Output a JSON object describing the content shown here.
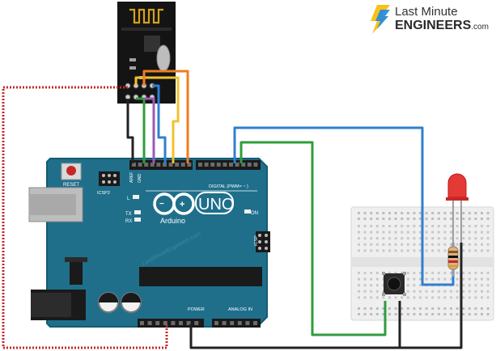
{
  "logo": {
    "line1": "Last Minute",
    "line2": "ENGINEERS",
    "suffix": ".com"
  },
  "board": {
    "model": "UNO",
    "brand": "Arduino",
    "reset_label": "RESET",
    "icsp2_label": "ICSP2",
    "icsp_label": "ICSP",
    "digital_label": "DIGITAL (PWM= ~ )",
    "power_label": "POWER",
    "analog_label": "ANALOG IN",
    "led_l": "L",
    "led_tx": "TX",
    "led_rx": "RX",
    "led_on": "ON",
    "aref_label": "AREF",
    "gnd_label": "GND",
    "watermark": "LastMinuteEngineers.com"
  },
  "colors": {
    "board": "#1f6f8b",
    "wire_red": "#c62828",
    "wire_orange": "#ef7d22",
    "wire_yellow": "#f2c12e",
    "wire_purple": "#9b59b6",
    "wire_green": "#2e9e3a",
    "wire_blue": "#2f7fd0",
    "wire_black": "#222222",
    "logo_yellow": "#f7c21b",
    "logo_blue": "#1e88e5"
  }
}
